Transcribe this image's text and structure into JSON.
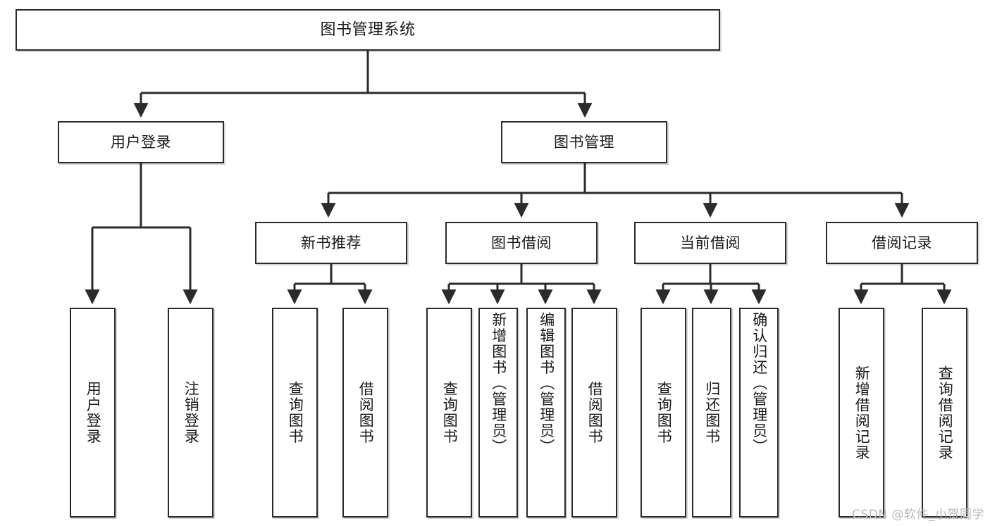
{
  "diagram": {
    "title": "图书管理系统",
    "type": "tree",
    "watermark": "CSDN @软件_小贺同学",
    "colors": {
      "box_border": "#2b2b2b",
      "box_fill": "#ffffff",
      "edge": "#2b2b2b",
      "background": "#ffffff",
      "watermark": "#b9b9b9"
    },
    "levels": {
      "root": [
        "图书管理系统"
      ],
      "level2": [
        "用户登录",
        "图书管理"
      ],
      "level3": [
        "新书推荐",
        "图书借阅",
        "当前借阅",
        "借阅记录"
      ],
      "leaves": [
        "用户登录",
        "注销登录",
        "查询图书",
        "借阅图书",
        "查询图书",
        "新增图书（管理员）",
        "编辑图书（管理员）",
        "借阅图书",
        "查询图书",
        "归还图书",
        "确认归还（管理员）",
        "新增借阅记录",
        "查询借阅记录"
      ]
    },
    "nodes": {
      "root": {
        "label": "图书管理系统"
      },
      "user_login": {
        "label": "用户登录"
      },
      "book_manage": {
        "label": "图书管理"
      },
      "new_book_rec": {
        "label": "新书推荐"
      },
      "book_borrow": {
        "label": "图书借阅"
      },
      "current_borrow": {
        "label": "当前借阅"
      },
      "borrow_record": {
        "label": "借阅记录"
      },
      "leaf_user_login": {
        "label": "用户登录"
      },
      "leaf_logout": {
        "label": "注销登录"
      },
      "leaf_query_book_a": {
        "label": "查询图书"
      },
      "leaf_borrow_book_a": {
        "label": "借阅图书"
      },
      "leaf_query_book_b": {
        "label": "查询图书"
      },
      "leaf_add_book": {
        "label": "新增图书（管理员）"
      },
      "leaf_edit_book": {
        "label": "编辑图书（管理员）"
      },
      "leaf_borrow_book_b": {
        "label": "借阅图书"
      },
      "leaf_query_book_c": {
        "label": "查询图书"
      },
      "leaf_return_book": {
        "label": "归还图书"
      },
      "leaf_confirm_return": {
        "label": "确认归还（管理员）"
      },
      "leaf_add_record": {
        "label": "新增借阅记录"
      },
      "leaf_query_record": {
        "label": "查询借阅记录"
      }
    },
    "edges": [
      {
        "from": "root",
        "to": "user_login"
      },
      {
        "from": "root",
        "to": "book_manage"
      },
      {
        "from": "user_login",
        "to": "leaf_user_login"
      },
      {
        "from": "user_login",
        "to": "leaf_logout"
      },
      {
        "from": "book_manage",
        "to": "new_book_rec"
      },
      {
        "from": "book_manage",
        "to": "book_borrow"
      },
      {
        "from": "book_manage",
        "to": "current_borrow"
      },
      {
        "from": "book_manage",
        "to": "borrow_record"
      },
      {
        "from": "new_book_rec",
        "to": "leaf_query_book_a"
      },
      {
        "from": "new_book_rec",
        "to": "leaf_borrow_book_a"
      },
      {
        "from": "book_borrow",
        "to": "leaf_query_book_b"
      },
      {
        "from": "book_borrow",
        "to": "leaf_add_book"
      },
      {
        "from": "book_borrow",
        "to": "leaf_edit_book"
      },
      {
        "from": "book_borrow",
        "to": "leaf_borrow_book_b"
      },
      {
        "from": "current_borrow",
        "to": "leaf_query_book_c"
      },
      {
        "from": "current_borrow",
        "to": "leaf_return_book"
      },
      {
        "from": "current_borrow",
        "to": "leaf_confirm_return"
      },
      {
        "from": "borrow_record",
        "to": "leaf_add_record"
      },
      {
        "from": "borrow_record",
        "to": "leaf_query_record"
      }
    ]
  }
}
